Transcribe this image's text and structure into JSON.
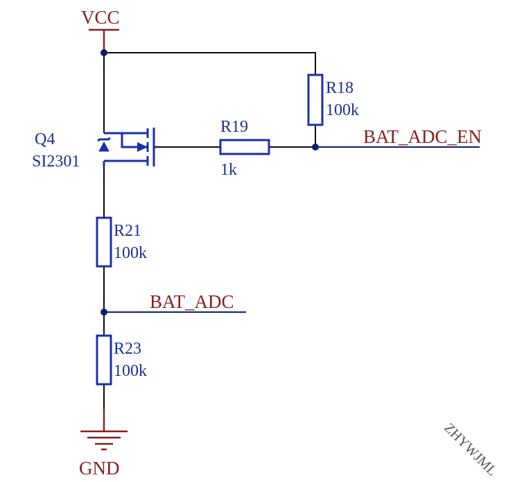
{
  "power": {
    "vcc": "VCC",
    "gnd": "GND"
  },
  "components": {
    "q4": {
      "ref": "Q4",
      "part": "SI2301"
    },
    "r18": {
      "ref": "R18",
      "value": "100k"
    },
    "r19": {
      "ref": "R19",
      "value": "1k"
    },
    "r21": {
      "ref": "R21",
      "value": "100k"
    },
    "r23": {
      "ref": "R23",
      "value": "100k"
    }
  },
  "nets": {
    "bat_adc_en": "BAT_ADC_EN",
    "bat_adc": "BAT_ADC"
  },
  "watermark": "ZHYWJML",
  "colors": {
    "wire": "#0a0a12",
    "component": "#1a2faa",
    "power_and_net_label": "#8a1c1c",
    "junction": "#0a1e6e"
  }
}
